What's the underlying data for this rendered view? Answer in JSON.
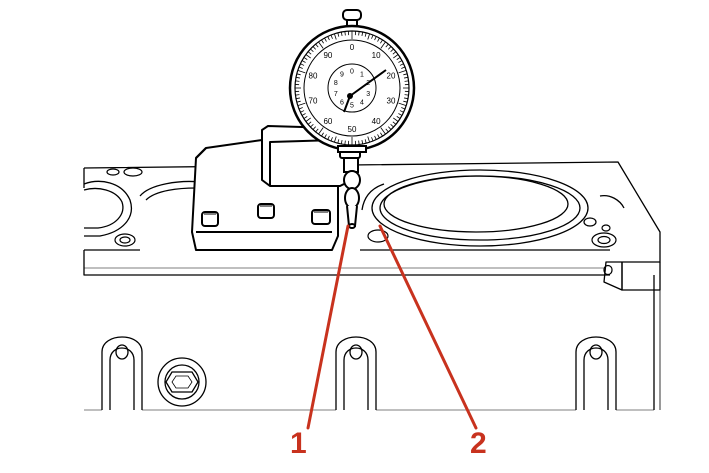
{
  "diagram": {
    "callouts": [
      {
        "id": "1",
        "label": "1"
      },
      {
        "id": "2",
        "label": "2"
      }
    ],
    "callout_color": "#c8321e",
    "line_color": "#000000",
    "dial_gauge": {
      "outer_scale": [
        "0",
        "10",
        "20",
        "30",
        "40",
        "50",
        "60",
        "70",
        "80",
        "90"
      ],
      "inner_scale": [
        "0",
        "1",
        "2",
        "3",
        "4",
        "5",
        "6",
        "7",
        "8",
        "9"
      ]
    }
  }
}
